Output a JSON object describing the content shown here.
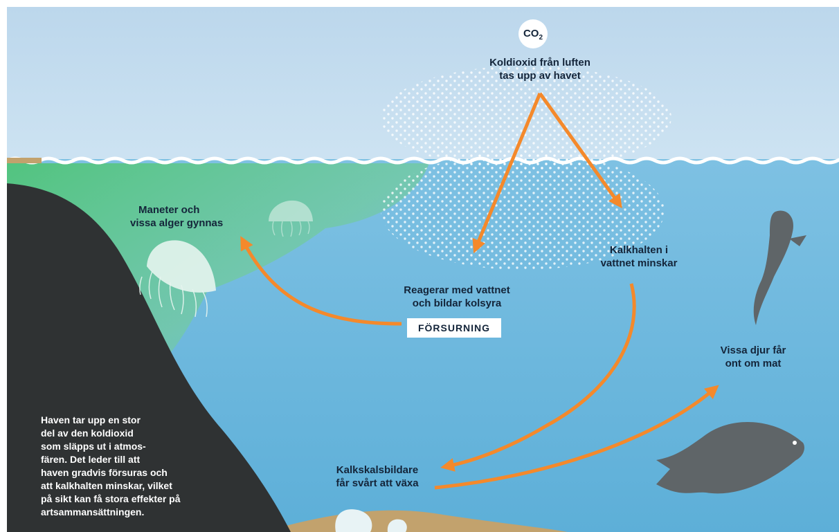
{
  "co2_badge": {
    "text": "CO",
    "subscript": "2"
  },
  "labels": {
    "absorbed": [
      "Koldioxid från luften",
      "tas upp av havet"
    ],
    "reacts": [
      "Reagerar med vattnet",
      "och bildar kolsyra"
    ],
    "lime_decreases": [
      "Kalkhalten i",
      "vattnet minskar"
    ],
    "jellyfish": [
      "Maneter och",
      "vissa alger gynnas"
    ],
    "animals": [
      "Vissa djur får",
      "ont om mat"
    ],
    "shell_builders": [
      "Kalkskalsbildare",
      "får svårt att växa"
    ]
  },
  "forsurning": "FÖRSURNING",
  "intro": [
    "Haven tar upp en stor",
    "del av den koldioxid",
    "som släpps ut i atmos-",
    "fären. Det leder till att",
    "haven gradvis försuras och",
    "att kalkhalten minskar, vilket",
    "på sikt kan få stora effekter på",
    "artsammansättningen."
  ],
  "colors": {
    "sky": "#c3dcee",
    "water": "#6eb8dc",
    "green_water": "#5fc989",
    "arrow": "#f4892b",
    "seabed_rock": "#2f3233",
    "sand": "#c2a26d",
    "animal_silhouette": "#5f6568",
    "text": "#14253a"
  }
}
